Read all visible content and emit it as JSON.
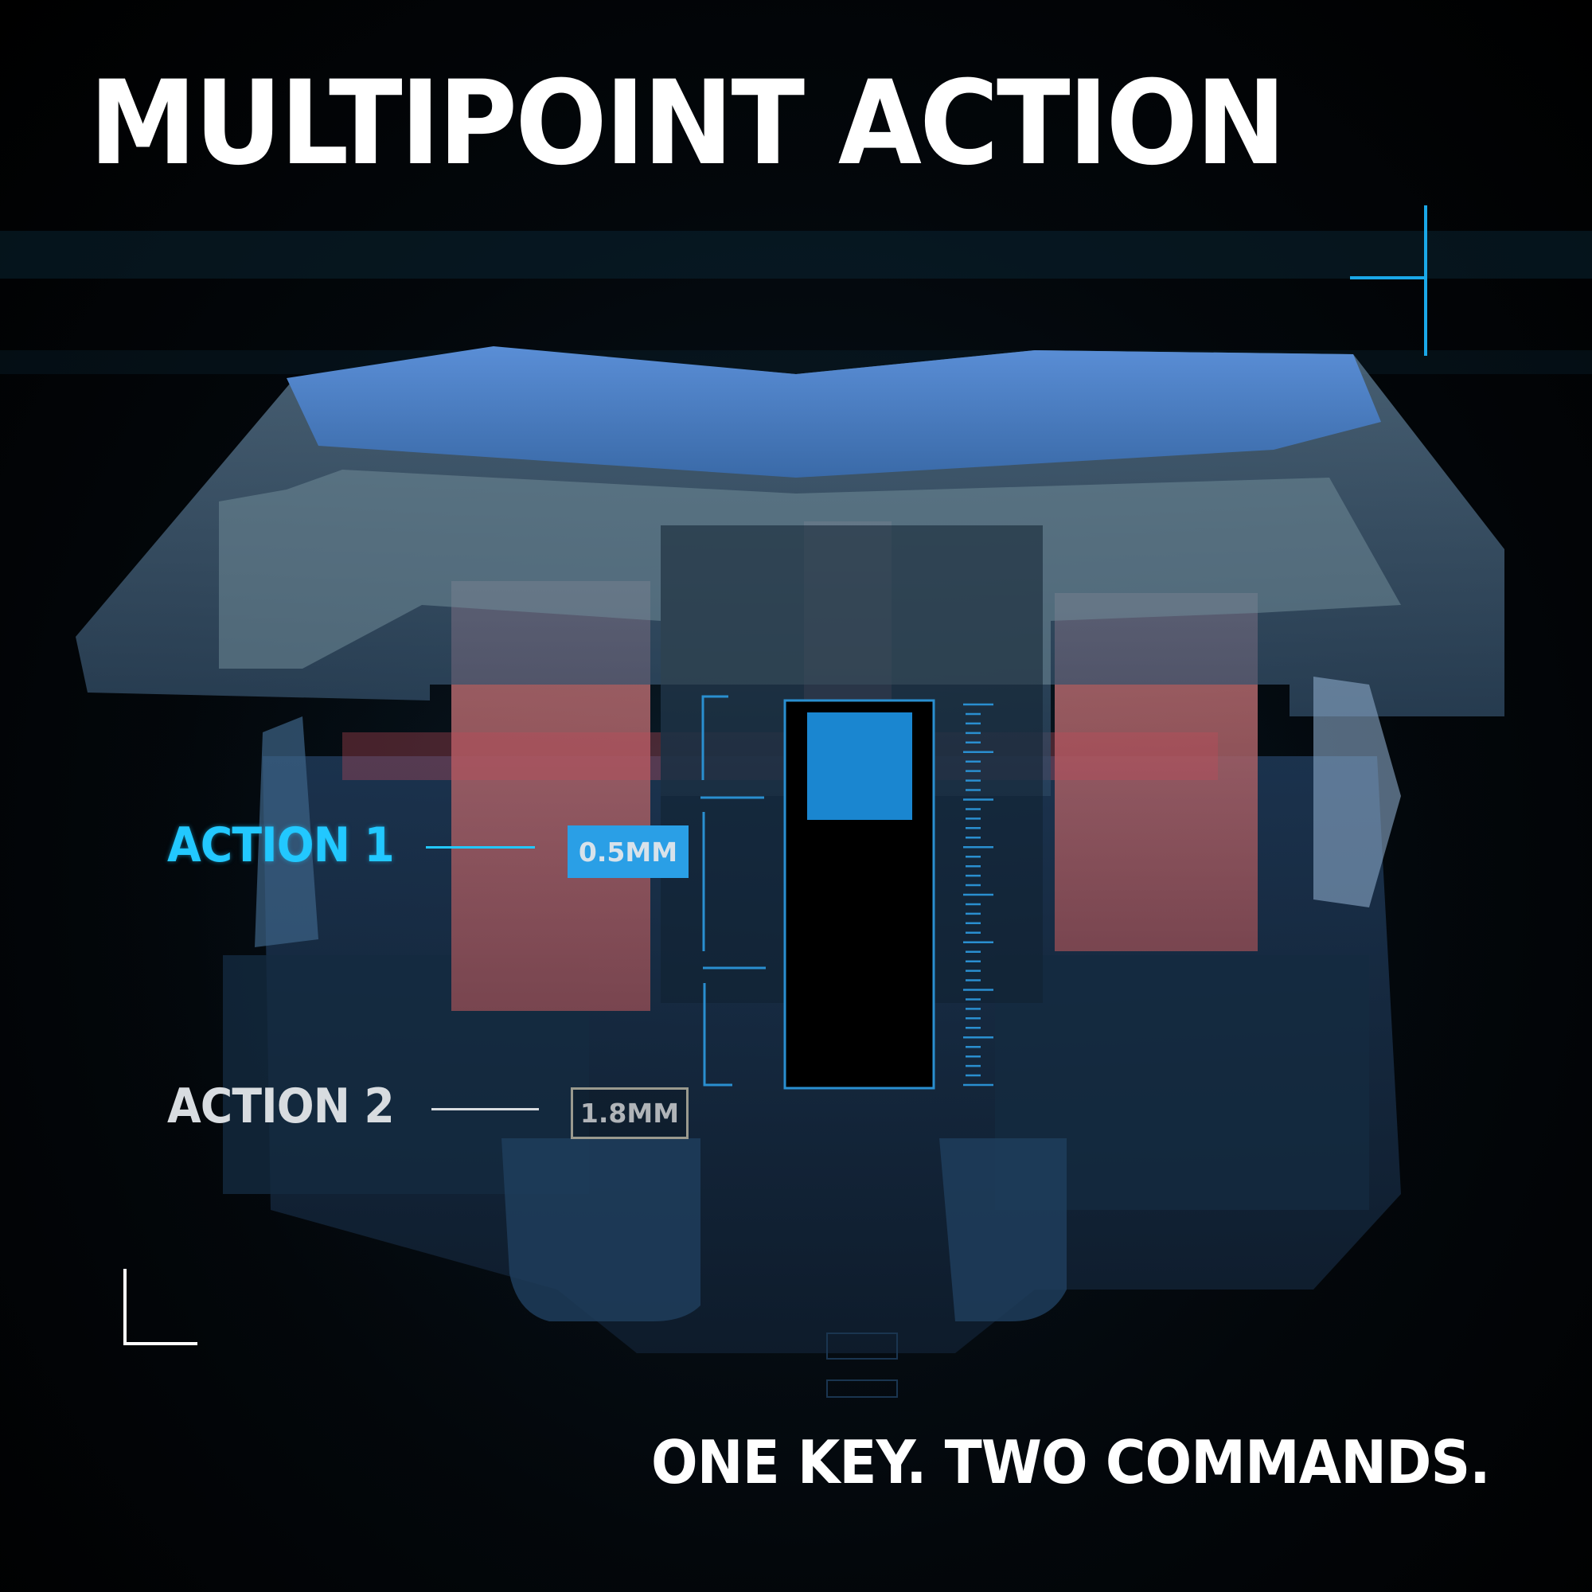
{
  "headline": {
    "title": "MULTIPOINT ACTION",
    "tagline": "ONE KEY. TWO COMMANDS."
  },
  "actions": [
    {
      "label": "ACTION 1",
      "distance": "0.5MM",
      "color": "#22c8ff",
      "box_fill": "#2a9fe6"
    },
    {
      "label": "ACTION 2",
      "distance": "1.8MM",
      "color": "#d8dce0",
      "box_border": "#9a9a8e"
    }
  ],
  "gauge": {
    "fill_color": "#1a86d0",
    "outline_color": "#2a8fd0",
    "ruler_ticks": 41
  },
  "illustration": {
    "subject": "mechanical keyboard switch cross-section",
    "keycap_color": "#4a7fc4",
    "slider_color": "#b86a6e"
  },
  "decor": {
    "corner_top_right_color": "#1aa8e8",
    "corner_bottom_left_color": "#ffffff"
  }
}
